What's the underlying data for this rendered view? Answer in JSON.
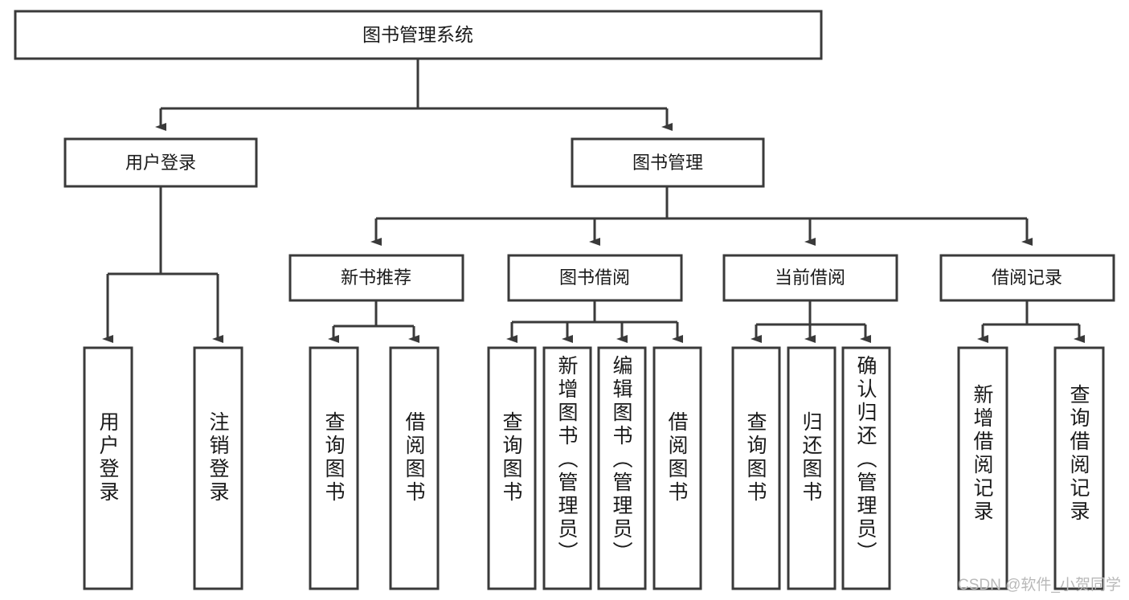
{
  "diagram": {
    "type": "tree-hierarchy",
    "title": "图书管理系统",
    "background_color": "#ffffff",
    "line_color": "#3a3a3a",
    "box_fill": "#ffffff",
    "text_color": "#1a1a1a",
    "root": {
      "label": "图书管理系统"
    },
    "level2": [
      {
        "label": "用户登录"
      },
      {
        "label": "图书管理"
      }
    ],
    "level3": [
      {
        "label": "新书推荐"
      },
      {
        "label": "图书借阅"
      },
      {
        "label": "当前借阅"
      },
      {
        "label": "借阅记录"
      }
    ],
    "leaves": {
      "user_login": [
        {
          "label": "用户登录"
        },
        {
          "label": "注销登录"
        }
      ],
      "new_book_recommend": [
        {
          "label": "查询图书"
        },
        {
          "label": "借阅图书"
        }
      ],
      "book_borrow": [
        {
          "label": "查询图书"
        },
        {
          "label": "新增图书（管理员）"
        },
        {
          "label": "编辑图书（管理员）"
        },
        {
          "label": "借阅图书"
        }
      ],
      "current_borrow": [
        {
          "label": "查询图书"
        },
        {
          "label": "归还图书"
        },
        {
          "label": "确认归还（管理员）"
        }
      ],
      "borrow_record": [
        {
          "label": "新增借阅记录"
        },
        {
          "label": "查询借阅记录"
        }
      ]
    }
  },
  "watermark": {
    "text": "CSDN @软件_小贺同学",
    "color": "#b9b9b9"
  }
}
